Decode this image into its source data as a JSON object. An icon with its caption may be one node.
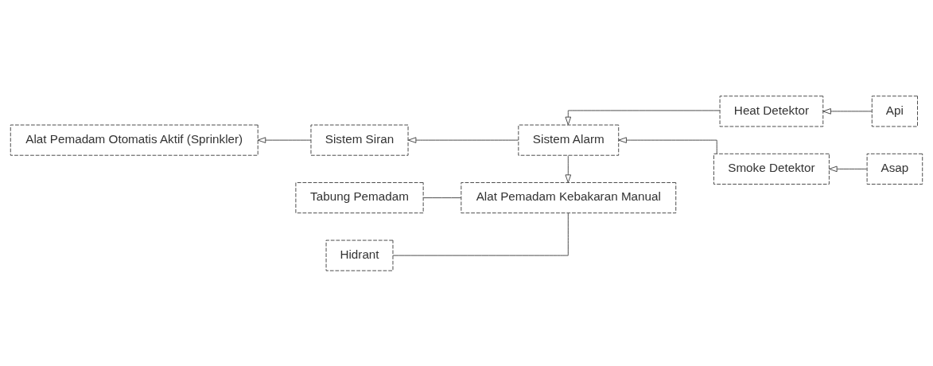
{
  "diagram": {
    "nodes": [
      {
        "text": [
          "Alat Pemadam Otomatis Aktif (Sprinkler)"
        ]
      },
      {
        "text": [
          "Sistem Siran"
        ]
      },
      {
        "text": [
          "Sistem Alarm"
        ]
      },
      {
        "text": [
          "Heat Detektor"
        ]
      },
      {
        "text": [
          "Api"
        ]
      },
      {
        "text": [
          "Smoke Detektor"
        ]
      },
      {
        "text": [
          "Asap"
        ]
      },
      {
        "text": [
          "Tabung Pemadam"
        ]
      },
      {
        "text": [
          "Alat Pemadam Kebakaran Manual"
        ]
      },
      {
        "text": [
          "Hidrant"
        ]
      }
    ],
    "edges": [
      {
        "from": 4,
        "to": 3,
        "arrow": "to"
      },
      {
        "from": 6,
        "to": 5,
        "arrow": "to"
      },
      {
        "from": 3,
        "to": 2,
        "arrow": "to"
      },
      {
        "from": 5,
        "to": 2,
        "arrow": "to"
      },
      {
        "from": 2,
        "to": 1,
        "arrow": "to"
      },
      {
        "from": 1,
        "to": 0,
        "arrow": "to"
      },
      {
        "from": 2,
        "to": 8,
        "arrow": "to"
      },
      {
        "from": 8,
        "to": 7,
        "arrow": "none"
      },
      {
        "from": 8,
        "to": 9,
        "arrow": "none"
      }
    ]
  }
}
